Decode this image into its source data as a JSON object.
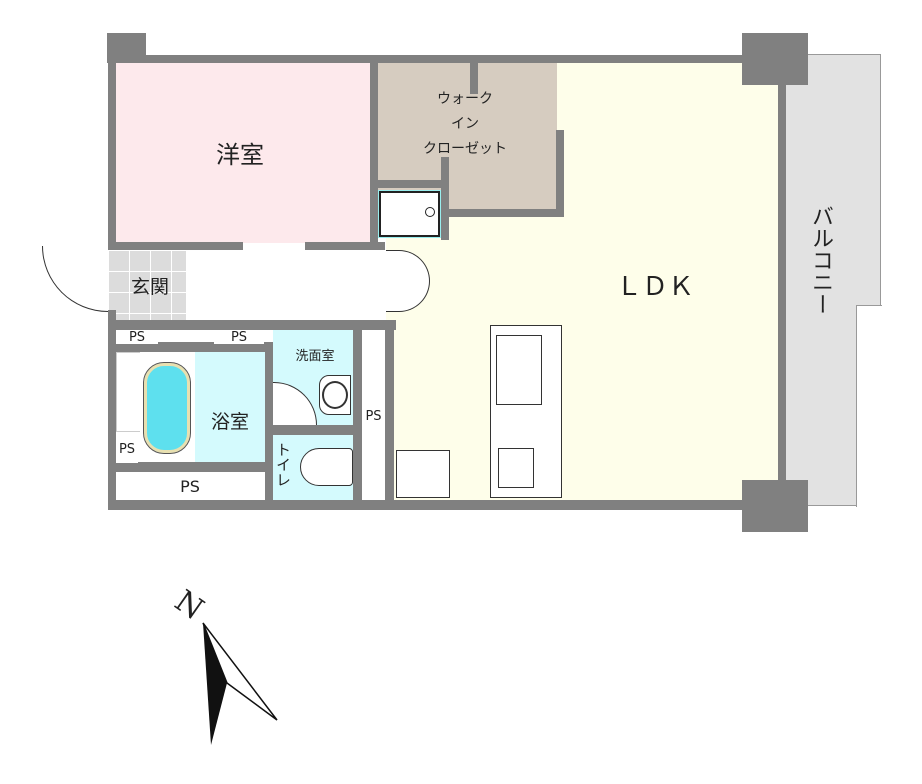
{
  "rooms": {
    "western_room": "洋室",
    "walk_in_closet": [
      "ウォーク",
      "イン",
      "クローゼット"
    ],
    "ldk": "ＬＤＫ",
    "balcony": "バルコニー",
    "entrance": "玄関",
    "bathroom": "浴室",
    "washroom": "洗面室",
    "toilet": "トイレ",
    "ps": "PS"
  },
  "compass": {
    "label": "N"
  },
  "colors": {
    "western": "#fde9ec",
    "closet": "#d6ccc0",
    "ldk": "#fefeea",
    "wet": "#d4fafd",
    "balcony": "#e2e2e2",
    "wall": "#808080"
  }
}
